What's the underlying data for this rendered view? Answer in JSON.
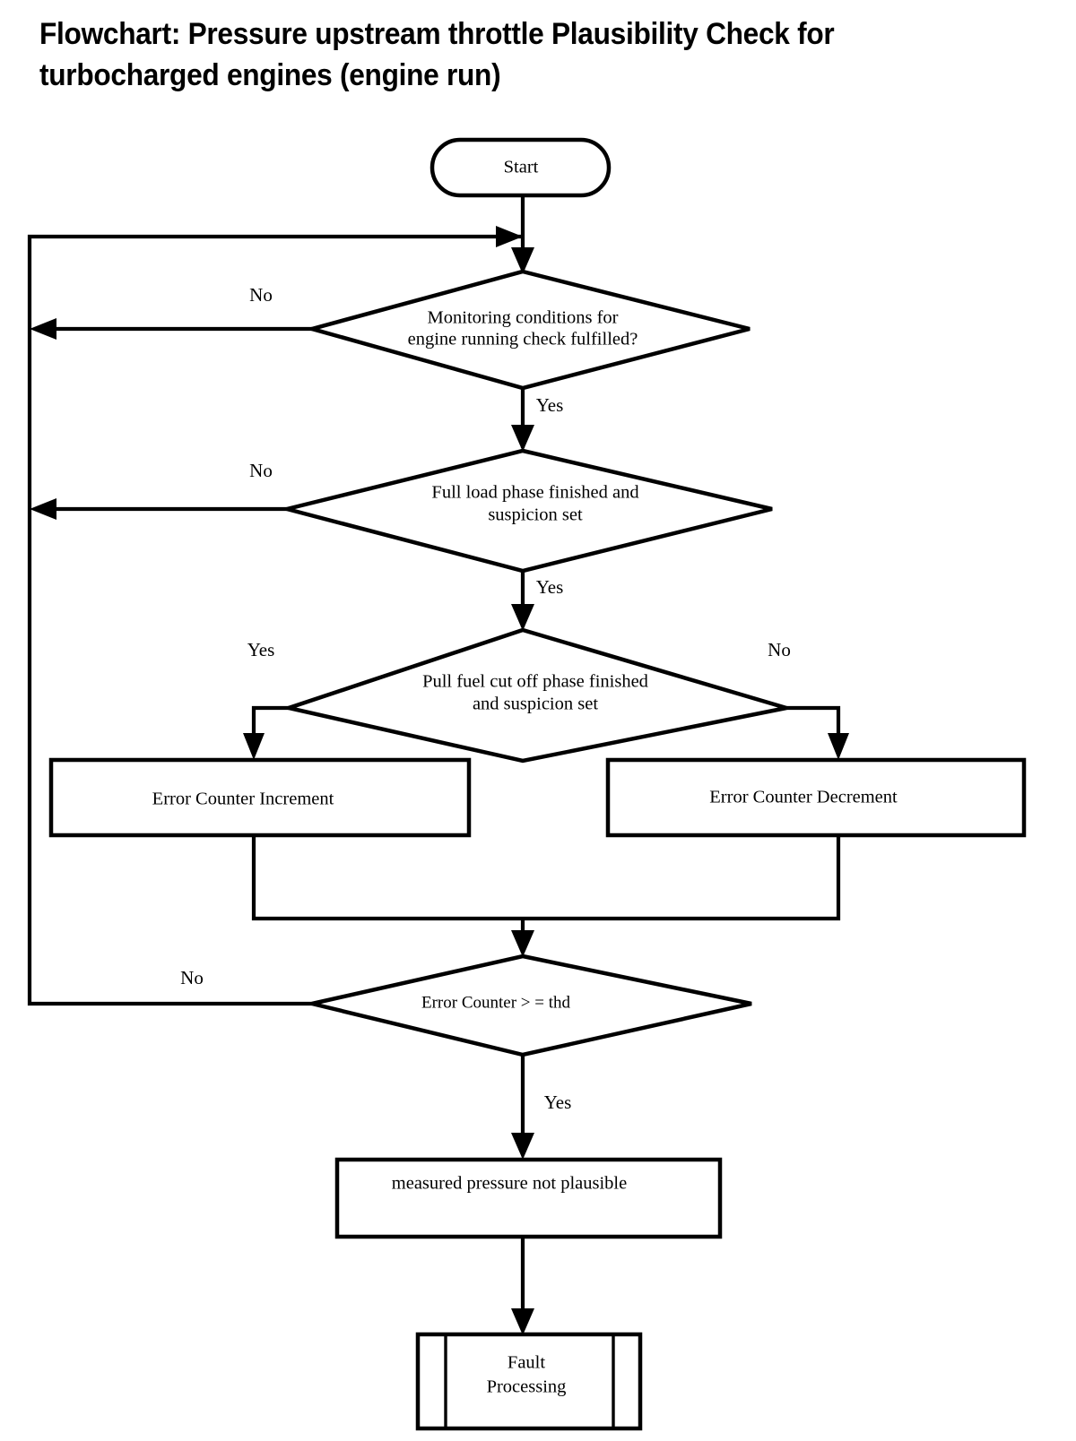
{
  "title": "Flowchart: Pressure upstream throttle Plausibility Check for\nturbocharged engines (engine run)",
  "theme": {
    "background": "#ffffff",
    "line_color": "#000000",
    "text_color": "#000000"
  },
  "chart_data": {
    "type": "diagram",
    "diagram_type": "flowchart",
    "title": "Flowchart: Pressure upstream throttle Plausibility Check for turbocharged engines (engine run)",
    "nodes": [
      {
        "id": "start",
        "shape": "terminator",
        "label": "Start"
      },
      {
        "id": "decision1",
        "shape": "decision",
        "label": "Monitoring  conditions for\nengine running check fulfilled?"
      },
      {
        "id": "decision2",
        "shape": "decision",
        "label": "Full load phase finished and\nsuspicion set"
      },
      {
        "id": "decision3",
        "shape": "decision",
        "label": "Pull fuel cut off phase finished\nand suspicion set"
      },
      {
        "id": "increment",
        "shape": "process",
        "label": "Error Counter Increment"
      },
      {
        "id": "decrement",
        "shape": "process",
        "label": "Error Counter Decrement"
      },
      {
        "id": "decision4",
        "shape": "decision",
        "label": "Error Counter > = thd"
      },
      {
        "id": "notplausible",
        "shape": "process",
        "label": "measured pressure not plausible"
      },
      {
        "id": "fault",
        "shape": "predefined-process",
        "label": "Fault\nProcessing"
      }
    ],
    "edges": [
      {
        "from": "start",
        "to": "decision1",
        "label": ""
      },
      {
        "from": "decision1",
        "to": "loopback",
        "label": "No"
      },
      {
        "from": "decision1",
        "to": "decision2",
        "label": "Yes"
      },
      {
        "from": "decision2",
        "to": "loopback",
        "label": "No"
      },
      {
        "from": "decision2",
        "to": "decision3",
        "label": "Yes"
      },
      {
        "from": "decision3",
        "to": "increment",
        "label": "Yes"
      },
      {
        "from": "decision3",
        "to": "decrement",
        "label": "No"
      },
      {
        "from": "increment",
        "to": "decision4",
        "label": ""
      },
      {
        "from": "decrement",
        "to": "decision4",
        "label": ""
      },
      {
        "from": "decision4",
        "to": "loopback",
        "label": "No"
      },
      {
        "from": "decision4",
        "to": "notplausible",
        "label": "Yes"
      },
      {
        "from": "notplausible",
        "to": "fault",
        "label": ""
      }
    ]
  },
  "nodes": {
    "start": {
      "label": "Start"
    },
    "decision1": {
      "line1": "Monitoring  conditions for",
      "line2": "engine running check fulfilled?"
    },
    "decision2": {
      "line1": "Full load phase finished and",
      "line2": "suspicion set"
    },
    "decision3": {
      "line1": "Pull fuel cut off phase finished",
      "line2": "and suspicion set"
    },
    "increment": {
      "label": "Error Counter Increment"
    },
    "decrement": {
      "label": "Error Counter Decrement"
    },
    "decision4": {
      "label": "Error Counter > = thd"
    },
    "notplausible": {
      "label": "measured pressure not plausible"
    },
    "fault": {
      "line1": "Fault",
      "line2": "Processing"
    }
  },
  "edge_labels": {
    "d1_no": "No",
    "d1_yes": "Yes",
    "d2_no": "No",
    "d2_yes": "Yes",
    "d3_yes": "Yes",
    "d3_no": "No",
    "d4_no": "No",
    "d4_yes": "Yes"
  }
}
